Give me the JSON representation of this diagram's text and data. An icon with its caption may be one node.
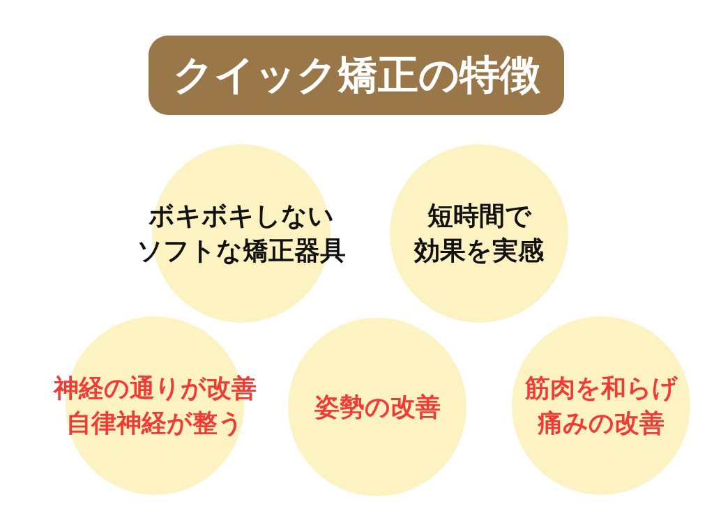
{
  "diagram": {
    "title": "クイック矯正の特徴",
    "nodes": [
      {
        "text": [
          "ボキボキしないソフトな矯正器具"
        ]
      },
      {
        "text": [
          "短時間で効果を実感"
        ]
      },
      {
        "text": [
          "神経の通りが改善自律神経が整う"
        ]
      },
      {
        "text": [
          "姿勢の改善"
        ]
      },
      {
        "text": [
          "筋肉を和らげ痛みの改善"
        ]
      }
    ]
  }
}
